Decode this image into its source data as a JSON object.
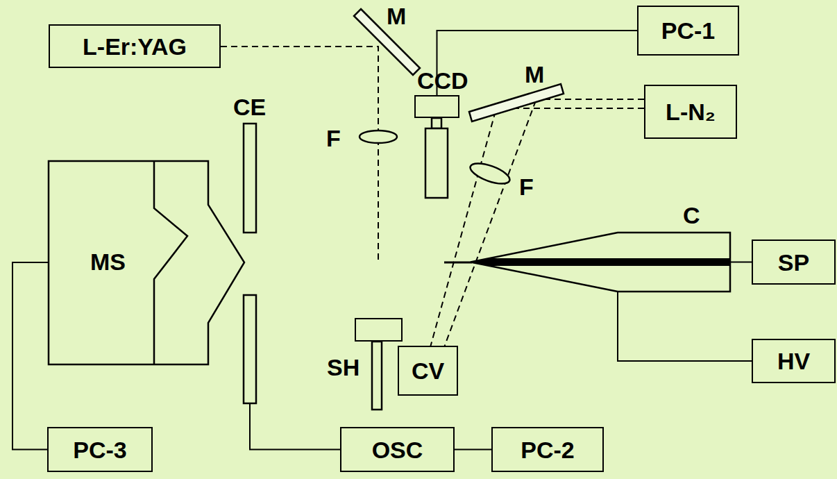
{
  "diagram": {
    "nodes": [
      {
        "text": [
          "L-Er:YAG"
        ]
      },
      {
        "text": [
          "PC-1"
        ]
      },
      {
        "text": [
          "CCD"
        ]
      },
      {
        "text": [
          "L-N₂"
        ]
      },
      {
        "text": [
          "MS"
        ]
      },
      {
        "text": [
          "C"
        ]
      },
      {
        "text": [
          "SP"
        ]
      },
      {
        "text": [
          "HV"
        ]
      },
      {
        "text": [
          "CE"
        ]
      },
      {
        "text": [
          "SH"
        ]
      },
      {
        "text": [
          "CV"
        ]
      },
      {
        "text": [
          "PC-3"
        ]
      },
      {
        "text": [
          "OSC"
        ]
      },
      {
        "text": [
          "PC-2"
        ]
      }
    ],
    "edges": [
      {
        "from": 2,
        "to": 1,
        "arrow": "none"
      },
      {
        "from": 4,
        "to": 11,
        "arrow": "none"
      },
      {
        "from": 5,
        "to": 6,
        "arrow": "none"
      },
      {
        "from": 5,
        "to": 7,
        "arrow": "none"
      },
      {
        "from": 8,
        "to": 12,
        "arrow": "none"
      },
      {
        "from": 12,
        "to": 13,
        "arrow": "none"
      }
    ],
    "labels": [
      "M",
      "F",
      "M",
      "F"
    ]
  }
}
